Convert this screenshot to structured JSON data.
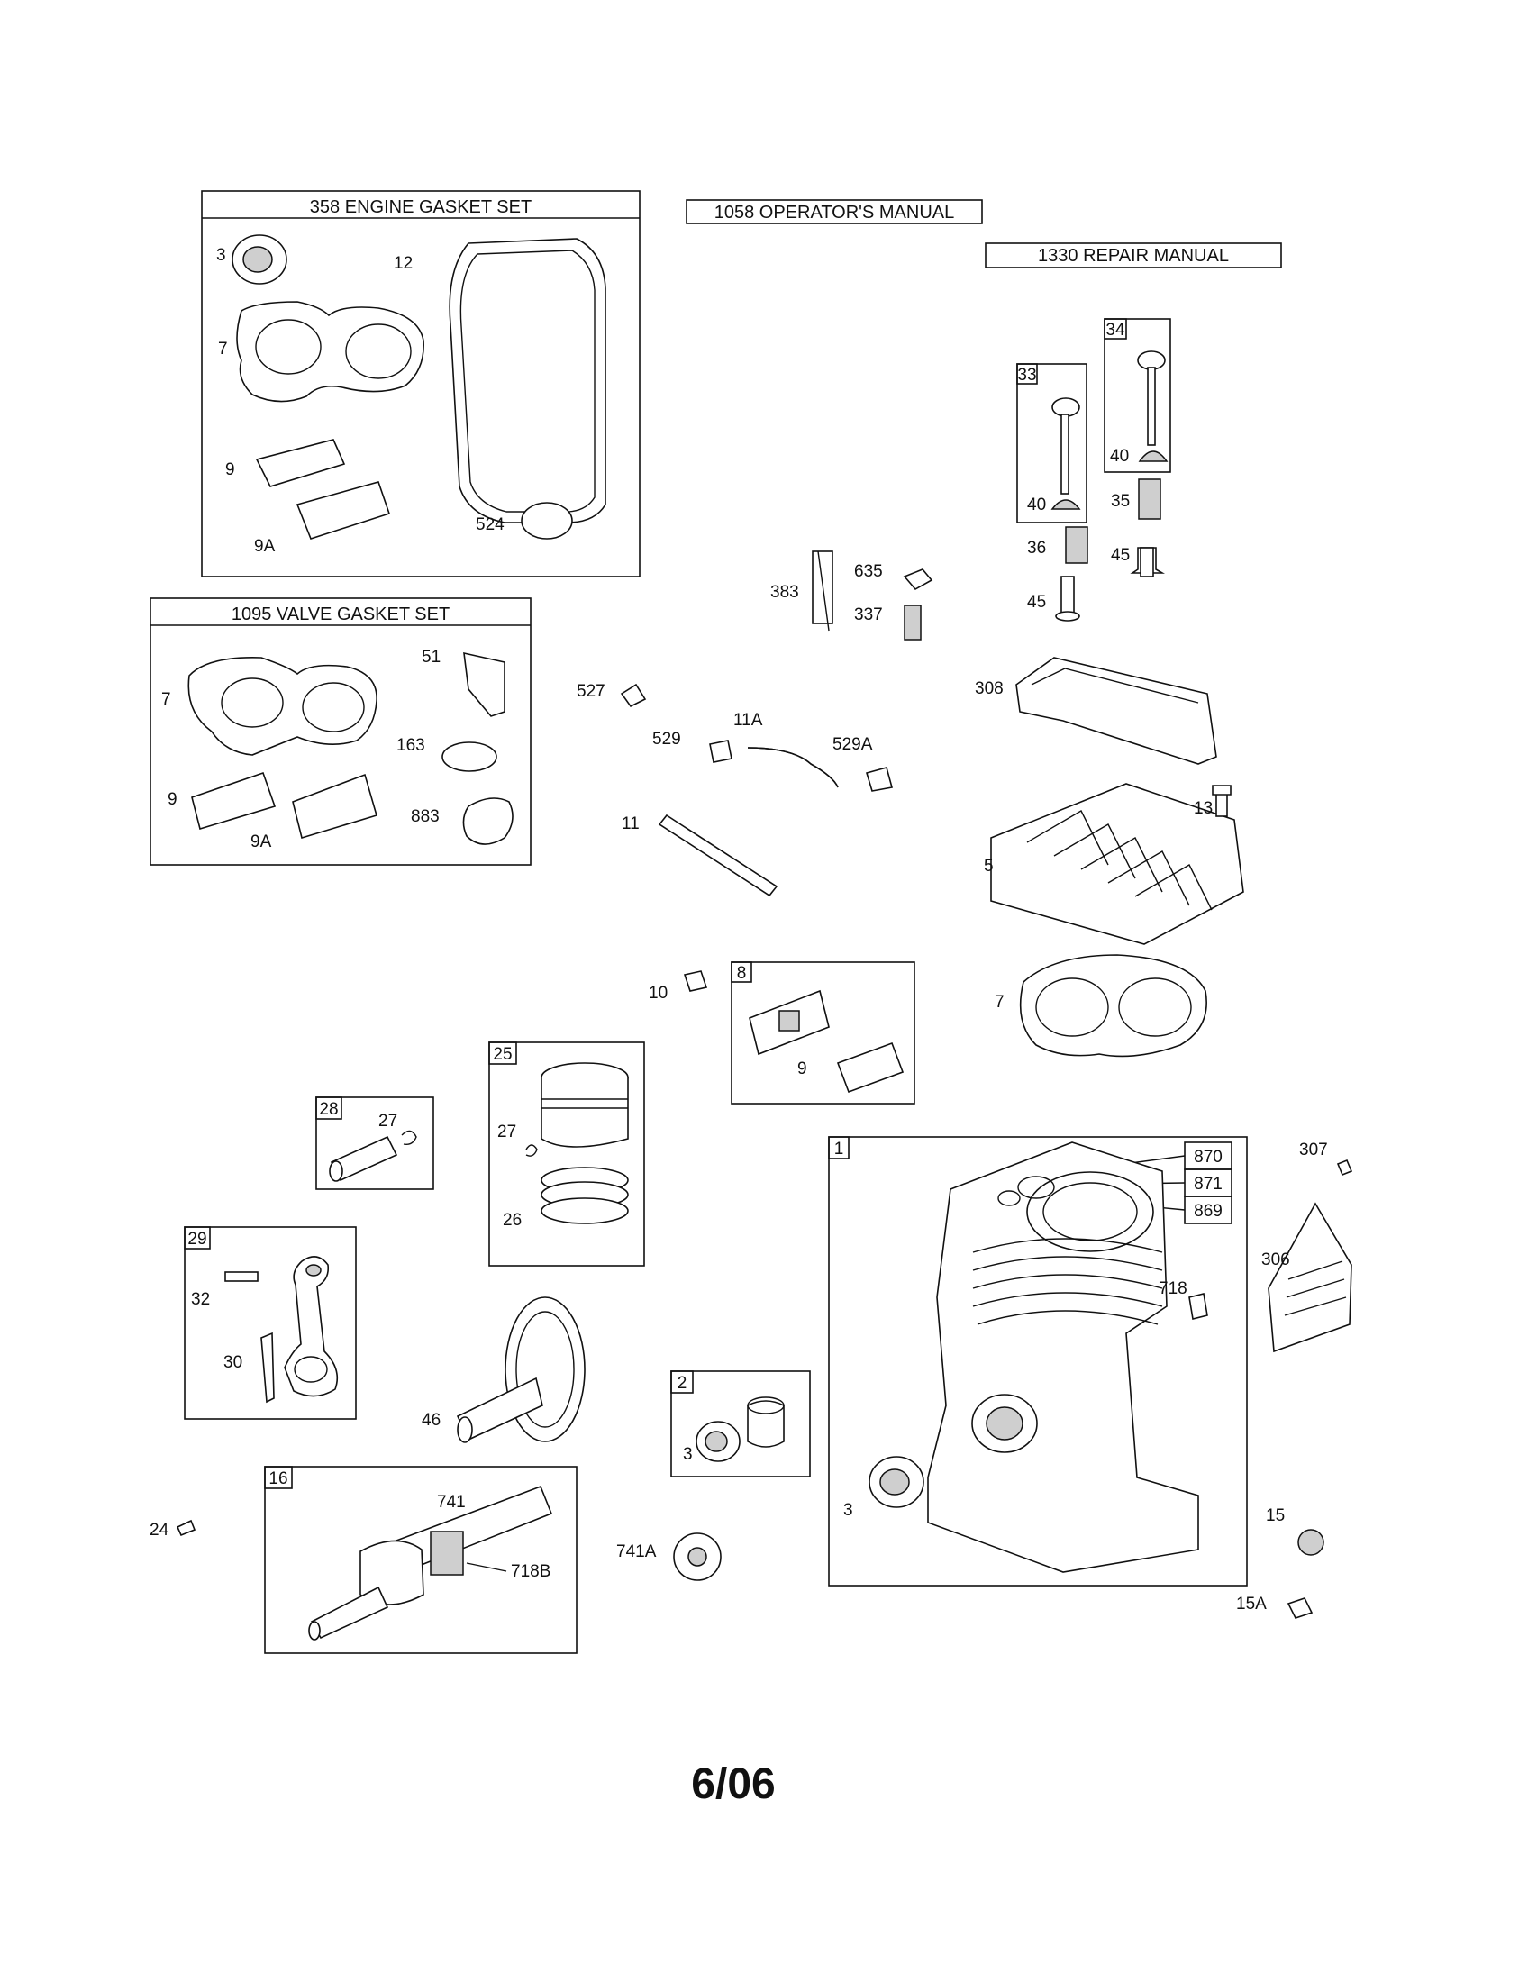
{
  "kits": {
    "engine_gasket_set": "358 ENGINE GASKET SET",
    "valve_gasket_set": "1095 VALVE GASKET SET",
    "operators_manual": "1058 OPERATOR'S MANUAL",
    "repair_manual": "1330 REPAIR MANUAL"
  },
  "boxes": {
    "b1": "1",
    "b2": "2",
    "b8": "8",
    "b16": "16",
    "b25": "25",
    "b28": "28",
    "b29": "29",
    "b33": "33",
    "b34": "34"
  },
  "labels": {
    "egs_3": "3",
    "egs_12": "12",
    "egs_7": "7",
    "egs_9": "9",
    "egs_9a": "9A",
    "egs_524": "524",
    "vgs_7": "7",
    "vgs_51": "51",
    "vgs_163": "163",
    "vgs_9": "9",
    "vgs_9a": "9A",
    "vgs_883": "883",
    "p383": "383",
    "p635": "635",
    "p337": "337",
    "p527": "527",
    "p529": "529",
    "p11a": "11A",
    "p529a": "529A",
    "p11": "11",
    "p10": "10",
    "p8_9": "9",
    "p33_40": "40",
    "p34_40": "40",
    "p35": "35",
    "p36": "36",
    "p45a": "45",
    "p45b": "45",
    "p308": "308",
    "p13": "13",
    "p5": "5",
    "p7": "7",
    "p25_27": "27",
    "p25_26": "26",
    "p28_27": "27",
    "p29_32": "32",
    "p29_30": "30",
    "p46": "46",
    "p2_3": "3",
    "p870": "870",
    "p871": "871",
    "p869": "869",
    "p718": "718",
    "p1_3": "3",
    "p307": "307",
    "p306": "306",
    "p15": "15",
    "p15a": "15A",
    "p24": "24",
    "p741": "741",
    "p718b": "718B",
    "p741a": "741A"
  },
  "footer": "6/06"
}
